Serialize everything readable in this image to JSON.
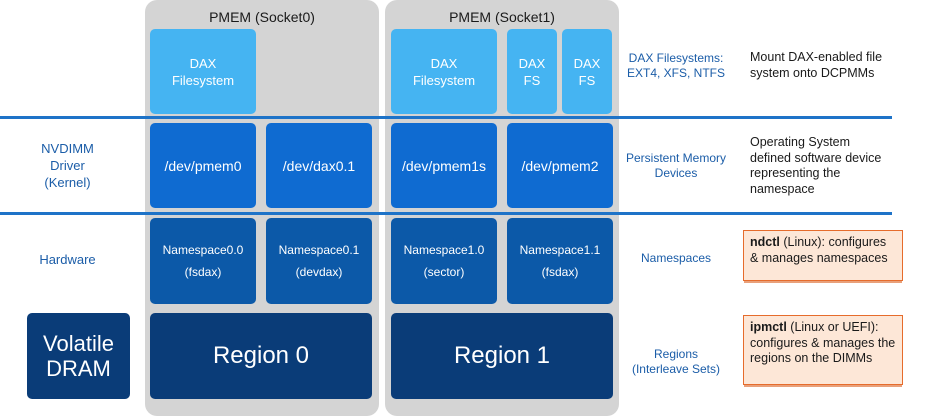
{
  "sockets": [
    {
      "title": "PMEM (Socket0)"
    },
    {
      "title": "PMEM (Socket1)"
    }
  ],
  "filesystems": {
    "socket0_dax": "DAX\nFilesystem",
    "socket1_dax": "DAX\nFilesystem",
    "socket1_fs_a": "DAX\nFS",
    "socket1_fs_b": "DAX\nFS"
  },
  "devices": [
    "/dev/pmem0",
    "/dev/dax0.1",
    "/dev/pmem1s",
    "/dev/pmem2"
  ],
  "namespaces": [
    {
      "name": "Namespace0.0",
      "mode": "(fsdax)"
    },
    {
      "name": "Namespace0.1",
      "mode": "(devdax)"
    },
    {
      "name": "Namespace1.0",
      "mode": "(sector)"
    },
    {
      "name": "Namespace1.1",
      "mode": "(fsdax)"
    }
  ],
  "regions": [
    "Region 0",
    "Region 1"
  ],
  "left_labels": {
    "driver": "NVDIMM\nDriver\n(Kernel)",
    "hardware": "Hardware",
    "volatile": "Volatile\nDRAM"
  },
  "mid_labels": {
    "dax_fs": "DAX Filesystems:\nEXT4, XFS, NTFS",
    "pmem_devices": "Persistent Memory\nDevices",
    "namespaces": "Namespaces",
    "regions": "Regions\n(Interleave Sets)"
  },
  "descriptions": {
    "dax_fs": "Mount DAX-enabled file\nsystem onto DCPMMs",
    "pmem_devices": "Operating System\ndefined software device\nrepresenting the\nnamespace"
  },
  "notes": {
    "ndctl": {
      "tool": "ndctl",
      "text": " (Linux): configures & manages namespaces"
    },
    "ipmctl": {
      "tool": "ipmctl",
      "text": " (Linux or UEFI): configures & manages the regions on the DIMMs"
    }
  },
  "colors": {
    "socket_bg": "#d4d4d4",
    "filesystem": "#45b4f2",
    "device": "#0f6bd1",
    "namespace": "#0c59a8",
    "region": "#0a3c78",
    "divider": "#1e73c8",
    "label_text": "#1b5da8",
    "note_border": "#e66c2c",
    "note_bg": "#fde7d7"
  }
}
